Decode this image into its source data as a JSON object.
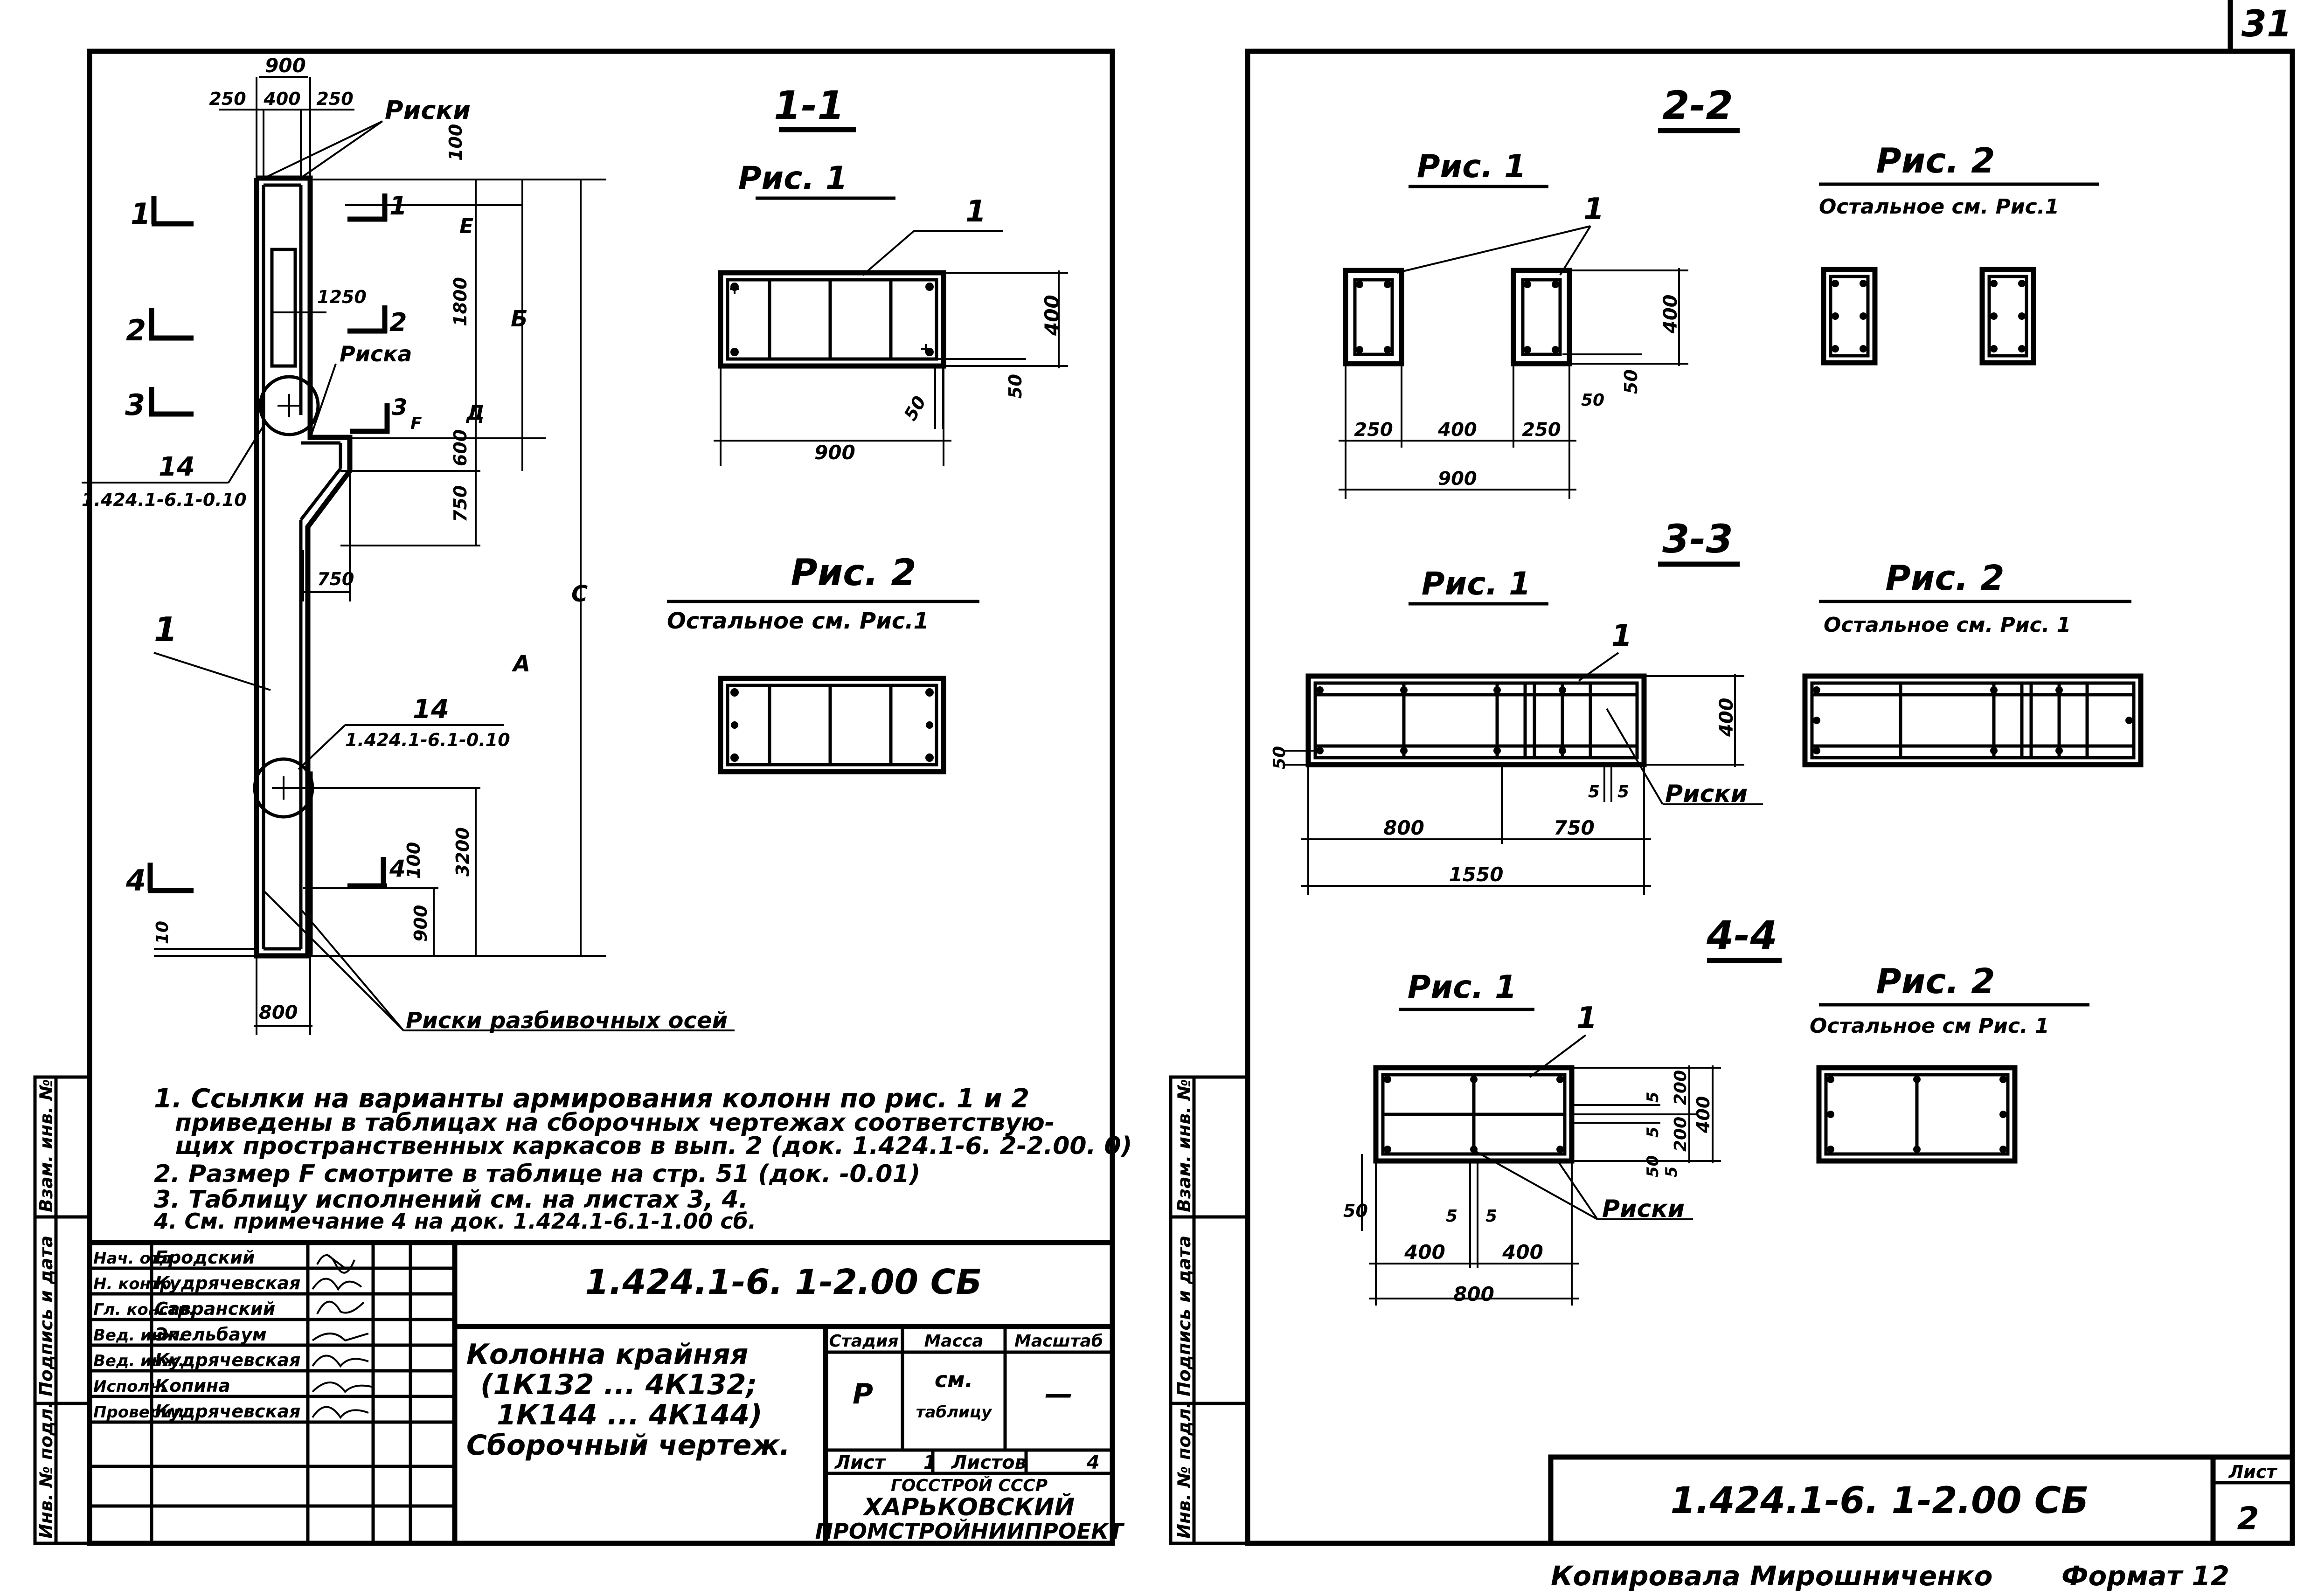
{
  "page_number": "31",
  "left_sheet": {
    "elevation": {
      "dims_top": [
        "900",
        "250",
        "400",
        "250"
      ],
      "riski_label": "Риски",
      "riska_label": "Риска",
      "section_marks": [
        "1",
        "2",
        "3",
        "4"
      ],
      "dim_100_top": "100",
      "dim_1250": "1250",
      "dim_E": "E",
      "dim_B": "Б",
      "dim_C": "С",
      "dim_A": "А",
      "dim_D": "Д",
      "dim_F": "F",
      "dim_1800": "1800",
      "dim_600": "600",
      "dim_750_v": "750",
      "dim_750_h": "750",
      "dim_3200": "3200",
      "dim_900": "900",
      "dim_100_bot": "100",
      "dim_10": "10",
      "dim_800": "800",
      "callout_14": "14",
      "ref_doc": "1.424.1-6.1-0.10",
      "pos_1": "1",
      "axis_marks_label": "Риски разбивочных осей"
    },
    "section_1_1": {
      "title": "1-1",
      "fig1_label": "Рис. 1",
      "pos_1": "1",
      "dim_400": "400",
      "dim_50a": "50",
      "dim_50b": "50",
      "dim_900": "900",
      "fig2_label": "Рис. 2",
      "fig2_note": "Остальное см. Рис.1"
    },
    "notes": [
      "1. Ссылки на варианты армирования колонн по рис. 1 и 2",
      "приведены в таблицах на сборочных чертежах соответствую-",
      "щих пространственных каркасов в вып. 2 (док. 1.424.1-6. 2-2.00. 0)",
      "2. Размер F смотрите в таблице на стр. 51 (док. -0.01)",
      "3. Таблицу исполнений см. на листах 3, 4.",
      "4. См. примечание 4 на док. 1.424.1-6.1-1.00 сб."
    ],
    "side_stamp": [
      "Инв. № подл.",
      "Подпись и дата",
      "Взам. инв. №"
    ],
    "title_block": {
      "doc_code": "1.424.1-6. 1-2.00 СБ",
      "roles": [
        "Нач. отд.",
        "Н. контр.",
        "Гл. констр.",
        "Вед. инж.",
        "Вед. инж.",
        "Исполн.",
        "Проверил"
      ],
      "names": [
        "Бродский",
        "Кудрячевская",
        "Савранский",
        "Эпельбаум",
        "Кудрячевская",
        "Копина",
        "Кудрячевская"
      ],
      "title_lines": [
        "Колонна крайняя",
        "(1К132 ... 4К132;",
        "1К144 ... 4К144)",
        "Сборочный чертеж."
      ],
      "col_stage": "Стадия",
      "col_mass": "Масса",
      "col_scale": "Масштаб",
      "stage": "Р",
      "mass_1": "см.",
      "mass_2": "таблицу",
      "scale": "—",
      "sheet_label": "Лист",
      "sheet_num": "1",
      "sheets_label": "Листов",
      "sheets_num": "4",
      "org_1": "ГОССТРОЙ СССР",
      "org_2": "ХАРЬКОВСКИЙ",
      "org_3": "ПРОМСТРОЙНИИПРОЕКТ"
    }
  },
  "right_sheet": {
    "section_2_2": {
      "title": "2-2",
      "fig1_label": "Рис. 1",
      "fig2_label": "Рис. 2",
      "fig2_note": "Остальное см. Рис.1",
      "pos_1": "1",
      "dim_400": "400",
      "dim_50a": "50",
      "dim_50b": "50",
      "dim_250a": "250",
      "dim_400h": "400",
      "dim_250b": "250",
      "dim_900": "900"
    },
    "section_3_3": {
      "title": "3-3",
      "fig1_label": "Рис. 1",
      "fig2_label": "Рис. 2",
      "fig2_note": "Остальное см. Рис. 1",
      "pos_1": "1",
      "dim_400": "400",
      "dim_50": "50",
      "dim_5a": "5",
      "dim_5b": "5",
      "riski": "Риски",
      "dim_800": "800",
      "dim_750": "750",
      "dim_1550": "1550"
    },
    "section_4_4": {
      "title": "4-4",
      "fig1_label": "Рис. 1",
      "fig2_label": "Рис. 2",
      "fig2_note": "Остальное см Рис. 1",
      "pos_1": "1",
      "dim_5a": "5",
      "dim_200a": "200",
      "dim_400v": "400",
      "dim_5b": "5",
      "dim_200b": "200",
      "dim_50v": "50",
      "dim_5c": "5",
      "dim_50h": "50",
      "dim_5d": "5",
      "dim_5e": "5",
      "riski": "Риски",
      "dim_400a": "400",
      "dim_400b": "400",
      "dim_800": "800"
    },
    "side_stamp": [
      "Инв. № подл.",
      "Подпись и дата",
      "Взам. инв. №"
    ],
    "title_block": {
      "doc_code": "1.424.1-6. 1-2.00 СБ",
      "sheet_label": "Лист",
      "sheet_num": "2"
    },
    "footer_copied": "Копировала Мирошниченко",
    "footer_format": "Формат 12"
  }
}
